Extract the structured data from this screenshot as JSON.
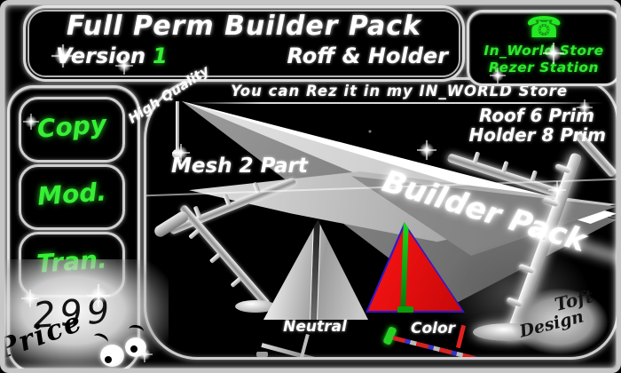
{
  "header": {
    "title_line1": "Full Perm Builder Pack",
    "version_label": "Version",
    "version_number": "1",
    "title_line2": "Roff & Holder"
  },
  "store_badge": {
    "line1": "In_World Store",
    "line2": "Rezer Station"
  },
  "icons": {
    "phone_glyph": "☎"
  },
  "permissions": {
    "items": [
      {
        "label": "Copy"
      },
      {
        "label": "Mod."
      },
      {
        "label": "Tran."
      }
    ]
  },
  "price": {
    "amount": "299",
    "label": "Price"
  },
  "labels": {
    "high_quality": "High Quality",
    "rez_note": "You can Rez it in my IN_WORLD Store",
    "roof_prims": "Roof 6 Prim",
    "holder_prims": "Holder 8 Prim",
    "mesh_parts": "Mesh 2 Part",
    "builder_pack": "Builder Pack"
  },
  "variants": {
    "neutral_label": "Neutral",
    "color_label": "Color"
  },
  "signature": {
    "line1": "Toft",
    "line2": "Design"
  },
  "colors": {
    "accent_green": "#35f035",
    "triangle_red": "#e81111",
    "triangle_outline_blue": "#2d18c9",
    "stripe_green": "#18e018",
    "chrome": "#cfcfcf",
    "background": "#000000"
  }
}
